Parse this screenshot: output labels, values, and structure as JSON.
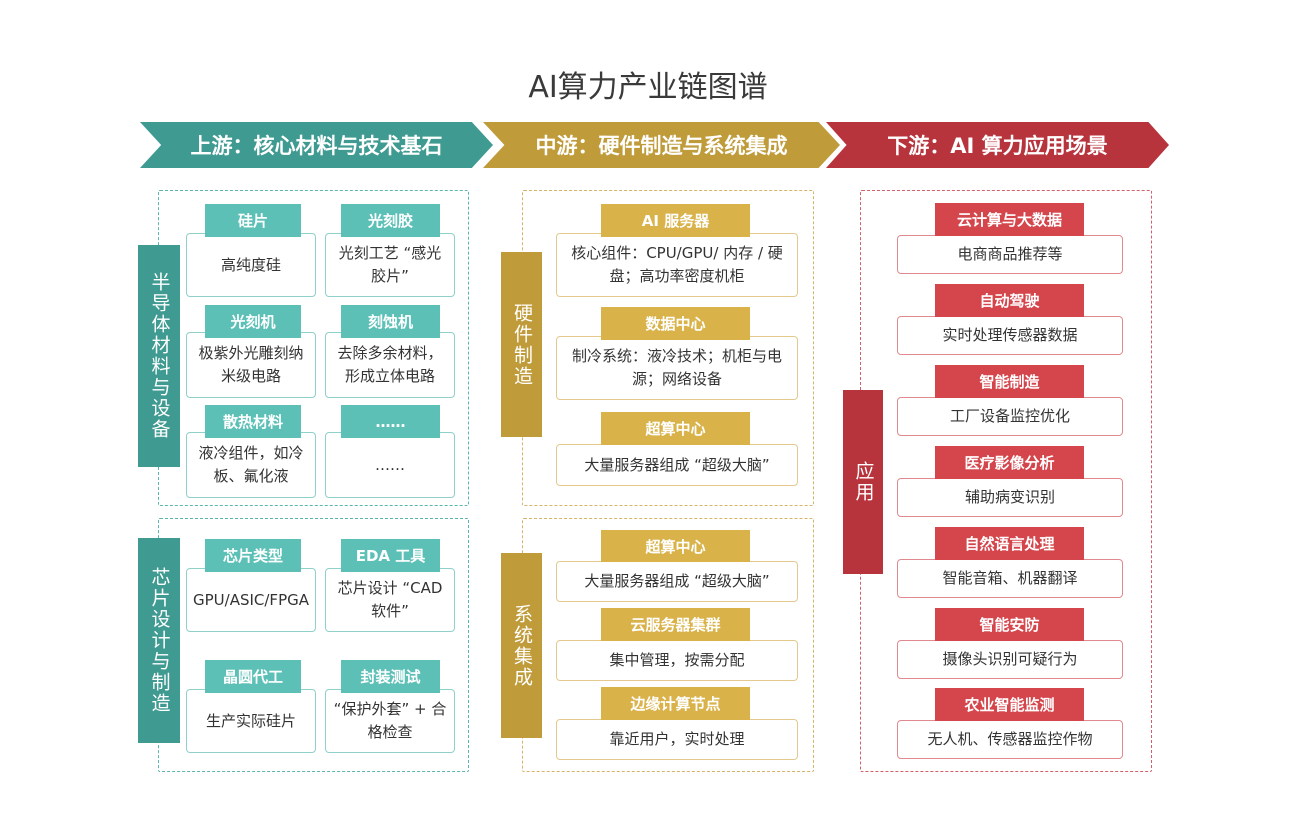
{
  "title": "AI算力产业链图谱",
  "stages": {
    "upstream": "上游：核心材料与技术基石",
    "midstream": "中游：硬件制造与系统集成",
    "downstream": "下游：AI 算力应用场景"
  },
  "upstream": {
    "semi": {
      "label": "半导体材料与设备",
      "items": [
        {
          "tag": "硅片",
          "text": "高纯度硅"
        },
        {
          "tag": "光刻胶",
          "text": "光刻工艺 “感光胶片”"
        },
        {
          "tag": "光刻机",
          "text": "极紫外光雕刻纳米级电路"
        },
        {
          "tag": "刻蚀机",
          "text": "去除多余材料，形成立体电路"
        },
        {
          "tag": "散热材料",
          "text": "液冷组件，如冷板、氟化液"
        },
        {
          "tag": "……",
          "text": "……"
        }
      ]
    },
    "chip": {
      "label": "芯片设计与制造",
      "items": [
        {
          "tag": "芯片类型",
          "text": "GPU/ASIC/FPGA"
        },
        {
          "tag": "EDA 工具",
          "text": "芯片设计 “CAD 软件”"
        },
        {
          "tag": "晶圆代工",
          "text": "生产实际硅片"
        },
        {
          "tag": "封装测试",
          "text": "“保护外套” + 合格检查"
        }
      ]
    }
  },
  "midstream": {
    "hardware": {
      "label": "硬件制造",
      "items": [
        {
          "tag": "AI 服务器",
          "text": "核心组件：CPU/GPU/ 内存 / 硬盘；高功率密度机柜"
        },
        {
          "tag": "数据中心",
          "text": "制冷系统：液冷技术；机柜与电源；网络设备"
        },
        {
          "tag": "超算中心",
          "text": "大量服务器组成 “超级大脑”"
        }
      ]
    },
    "system": {
      "label": "系统集成",
      "items": [
        {
          "tag": "超算中心",
          "text": "大量服务器组成 “超级大脑”"
        },
        {
          "tag": "云服务器集群",
          "text": "集中管理，按需分配"
        },
        {
          "tag": "边缘计算节点",
          "text": "靠近用户，实时处理"
        }
      ]
    }
  },
  "downstream": {
    "label": "应用",
    "items": [
      {
        "tag": "云计算与大数据",
        "text": "电商商品推荐等"
      },
      {
        "tag": "自动驾驶",
        "text": "实时处理传感器数据"
      },
      {
        "tag": "智能制造",
        "text": "工厂设备监控优化"
      },
      {
        "tag": "医疗影像分析",
        "text": "辅助病变识别"
      },
      {
        "tag": "自然语言处理",
        "text": "智能音箱、机器翻译"
      },
      {
        "tag": "智能安防",
        "text": "摄像头识别可疑行为"
      },
      {
        "tag": "农业智能监测",
        "text": "无人机、传感器监控作物"
      }
    ]
  }
}
